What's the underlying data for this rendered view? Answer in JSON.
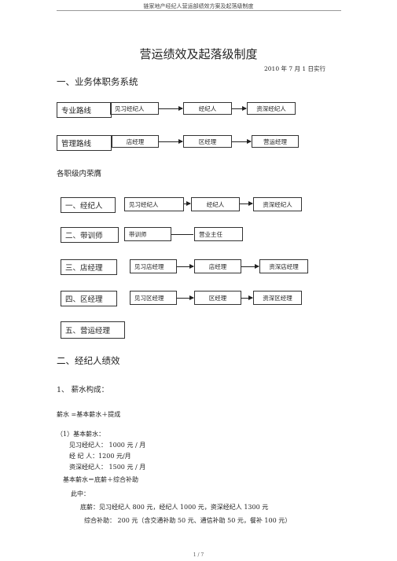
{
  "header": {
    "running_title": "链家地产经纪人营运部绩效方案及起落级制度"
  },
  "title": "营运绩效及起落级制度",
  "date": "2010 年 7 月 1 日实行",
  "section1": {
    "heading": "一、业务体职务系统",
    "professional": {
      "label": "专业路线",
      "steps": [
        "见习经纪人",
        "经纪人",
        "资深经纪人"
      ]
    },
    "management": {
      "label": "管理路线",
      "steps": [
        "店经理",
        "区经理",
        "营运经理"
      ]
    },
    "subheading": "各职级内荣膺",
    "levels": [
      {
        "label": "一、经纪人",
        "steps": [
          "见习经纪人",
          "经纪人",
          "资深经纪人"
        ]
      },
      {
        "label": "二、带训师",
        "steps": [
          "带训师",
          "营业主任"
        ]
      },
      {
        "label": "三、店经理",
        "steps": [
          "见习店经理",
          "店经理",
          "资深店经理"
        ]
      },
      {
        "label": "四、区经理",
        "steps": [
          "见习区经理",
          "区经理",
          "资深区经理"
        ]
      },
      {
        "label": "五、营运经理"
      }
    ]
  },
  "section2": {
    "heading": "二、经纪人绩效",
    "item1": "1、  薪水构成：",
    "formula": "薪水 =基本薪水＋提成",
    "basic_heading": "（1）基本薪水：",
    "basic_lines": [
      "见习经纪人：  1000 元 / 月",
      "经   纪   人：1200 元/月",
      "资深经纪人：  1500 元 / 月"
    ],
    "basic_formula": "基本薪水＝底薪＋综合补助",
    "among": "此中：",
    "base_pay": "底薪：见习经纪人  800 元，经纪人 1000 元，资深经纪人 1300 元",
    "allowance": "综合补助：  200 元（含交通补助 50 元、通信补助 50 元，餐补 100 元）"
  },
  "footer": {
    "page": "1 / 7"
  }
}
